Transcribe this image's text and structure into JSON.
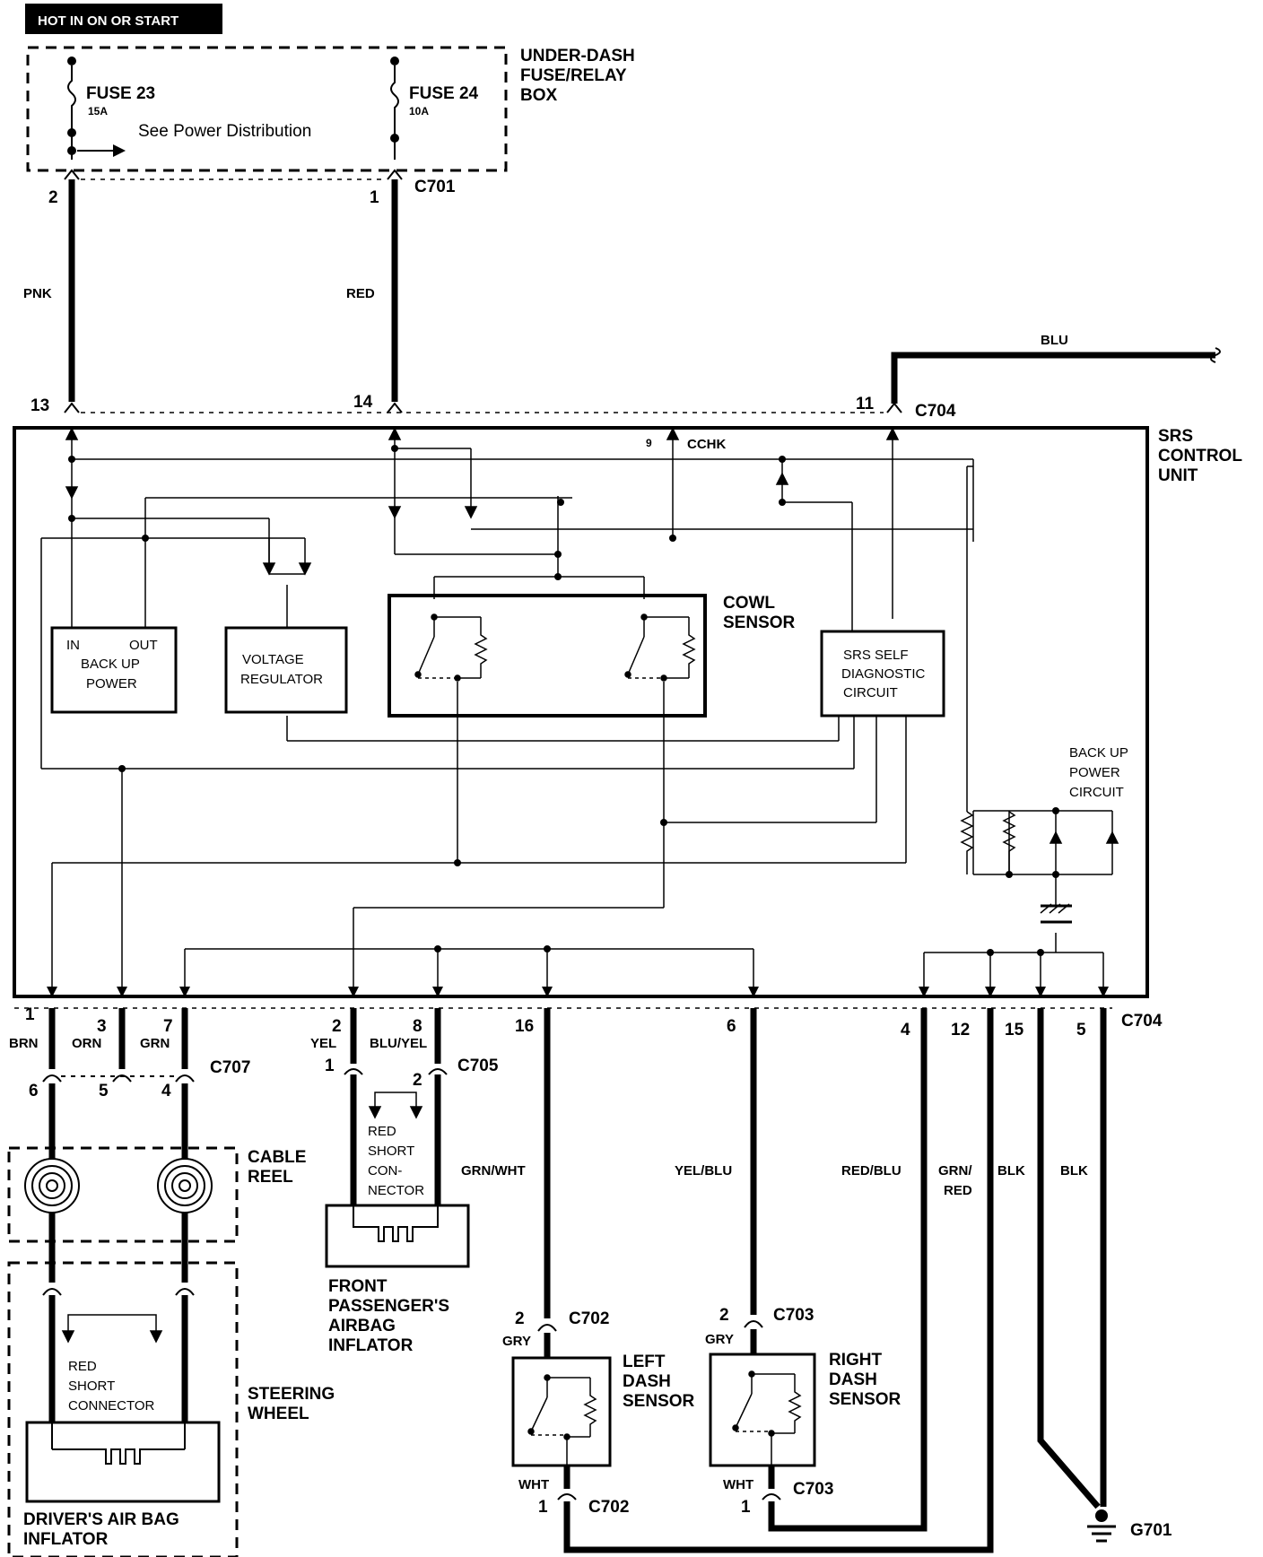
{
  "header": {
    "tag": "HOT IN ON OR START"
  },
  "fuse_box": {
    "title_1": "UNDER-DASH",
    "title_2": "FUSE/RELAY",
    "title_3": "BOX",
    "fuse23_name": "FUSE 23",
    "fuse23_rating": "15A",
    "fuse24_name": "FUSE 24",
    "fuse24_rating": "10A",
    "note": "See Power Distribution"
  },
  "connectors": {
    "c701": "C701",
    "c704_top": "C704",
    "c704_bottom": "C704",
    "c707": "C707",
    "c705": "C705",
    "c702_top": "C702",
    "c702_bottom": "C702",
    "c703_top": "C703",
    "c703_bottom": "C703",
    "g701": "G701"
  },
  "pins": {
    "c701_2": "2",
    "c701_1": "1",
    "srs_13": "13",
    "srs_14": "14",
    "srs_11": "11",
    "srs_9": "9",
    "b1": "1",
    "b3": "3",
    "b7": "7",
    "b2": "2",
    "b8": "8",
    "b16": "16",
    "b6": "6",
    "b4": "4",
    "b12": "12",
    "b15": "15",
    "b5": "5",
    "c707_6": "6",
    "c707_5": "5",
    "c707_4": "4",
    "c705_1": "1",
    "c705_2": "2",
    "c702_2": "2",
    "c702_1": "1",
    "c703_2": "2",
    "c703_1": "1"
  },
  "wires": {
    "pnk": "PNK",
    "red": "RED",
    "blu": "BLU",
    "brn": "BRN",
    "orn": "ORN",
    "grn": "GRN",
    "yel": "YEL",
    "blu_yel": "BLU/YEL",
    "grn_wht": "GRN/WHT",
    "yel_blu": "YEL/BLU",
    "red_blu": "RED/BLU",
    "grn_red_1": "GRN/",
    "grn_red_2": "RED",
    "blk_1": "BLK",
    "blk_2": "BLK",
    "gry_left": "GRY",
    "gry_right": "GRY",
    "wht_left": "WHT",
    "wht_right": "WHT"
  },
  "srs_unit": {
    "title_1": "SRS",
    "title_2": "CONTROL",
    "title_3": "UNIT",
    "cchk": "CCHK",
    "backup_in": "IN",
    "backup_out": "OUT",
    "backup_1": "BACK UP",
    "backup_2": "POWER",
    "vreg_1": "VOLTAGE",
    "vreg_2": "REGULATOR",
    "cowl_1": "COWL",
    "cowl_2": "SENSOR",
    "diag_1": "SRS SELF",
    "diag_2": "DIAGNOSTIC",
    "diag_3": "CIRCUIT",
    "bpc_1": "BACK UP",
    "bpc_2": "POWER",
    "bpc_3": "CIRCUIT"
  },
  "components": {
    "cable_reel_1": "CABLE",
    "cable_reel_2": "REEL",
    "steering_1": "STEERING",
    "steering_2": "WHEEL",
    "driver_1": "DRIVER'S AIR BAG",
    "driver_2": "INFLATOR",
    "driver_short_1": "RED",
    "driver_short_2": "SHORT",
    "driver_short_3": "CONNECTOR",
    "pass_short_1": "RED",
    "pass_short_2": "SHORT",
    "pass_short_3": "CON-",
    "pass_short_4": "NECTOR",
    "pass_1": "FRONT",
    "pass_2": "PASSENGER'S",
    "pass_3": "AIRBAG",
    "pass_4": "INFLATOR",
    "left_1": "LEFT",
    "left_2": "DASH",
    "left_3": "SENSOR",
    "right_1": "RIGHT",
    "right_2": "DASH",
    "right_3": "SENSOR"
  }
}
